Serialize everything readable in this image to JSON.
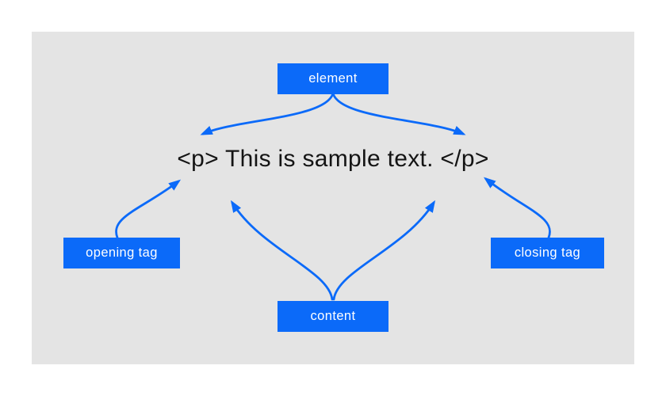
{
  "colors": {
    "accent": "#0b6af9",
    "panel": "#e4e4e4",
    "background": "#ffffff",
    "code_text": "#141414",
    "label_text": "#ffffff"
  },
  "diagram": {
    "code_line": "<p> This is sample text. </p>",
    "labels": {
      "element": "element",
      "opening_tag": "opening tag",
      "closing_tag": "closing tag",
      "content": "content"
    }
  }
}
